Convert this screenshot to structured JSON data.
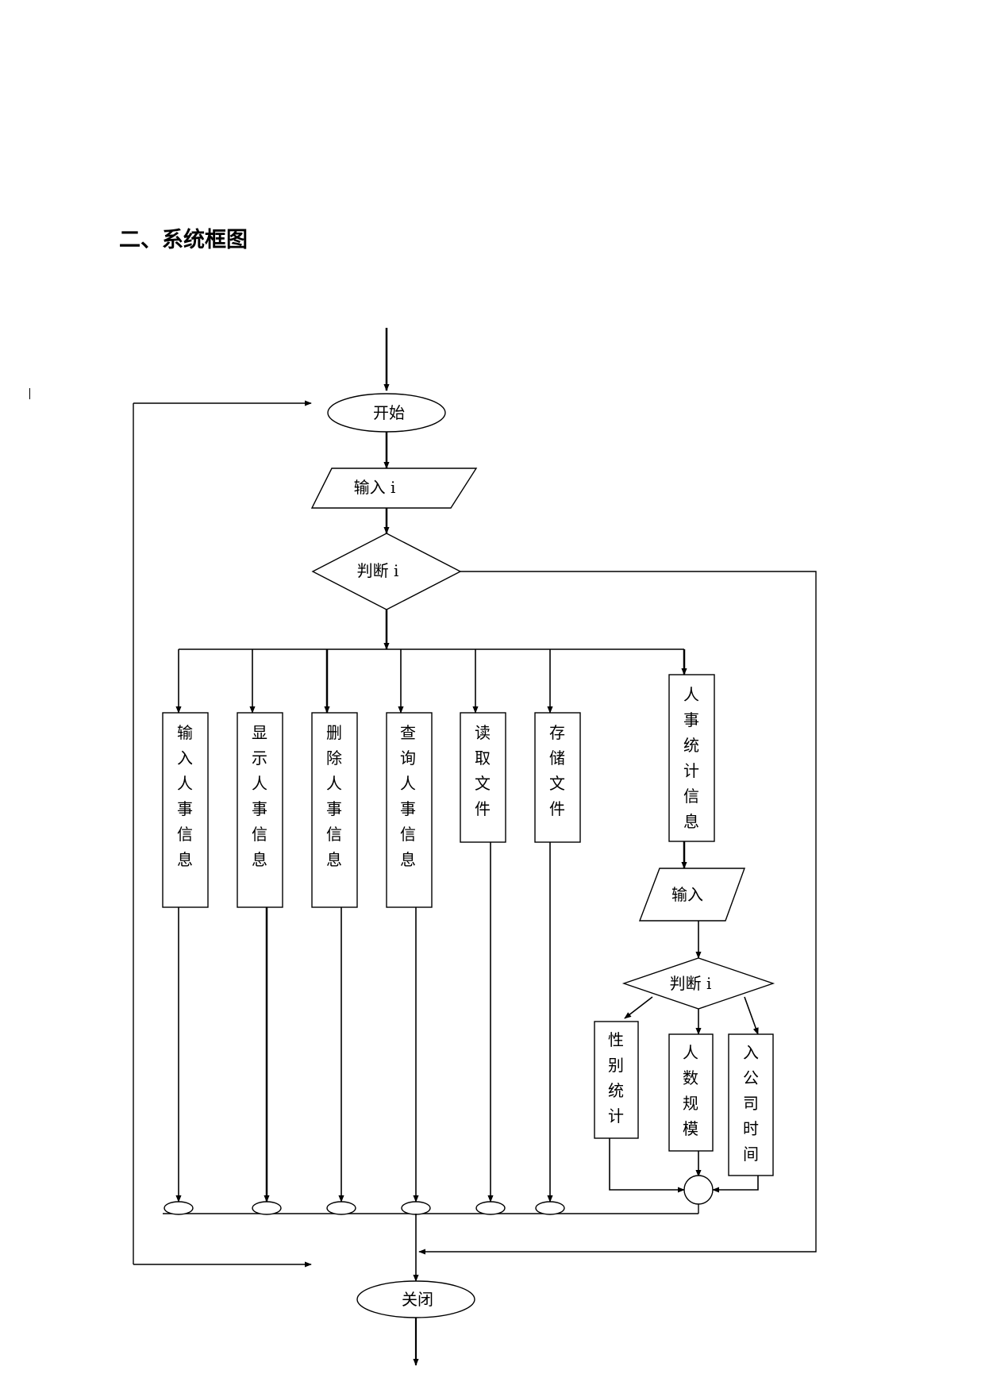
{
  "page": {
    "heading": "二、系统框图"
  },
  "flowchart": {
    "start": "开始",
    "input_i": "输入 i",
    "decision_main": "判断 i",
    "branches": [
      {
        "id": "input",
        "text": "输入人事信息"
      },
      {
        "id": "display",
        "text": "显示人事信息"
      },
      {
        "id": "delete",
        "text": "删除人事信息"
      },
      {
        "id": "query",
        "text": "查询人事信息"
      },
      {
        "id": "read",
        "text": "读取文件"
      },
      {
        "id": "store",
        "text": "存储文件"
      },
      {
        "id": "stats",
        "text": "人事统计信息"
      }
    ],
    "stats_input": "输入",
    "decision_stats": "判断 i",
    "sub_branches": [
      {
        "id": "gender",
        "text": "性别统计"
      },
      {
        "id": "headcount",
        "text": "人数规模"
      },
      {
        "id": "join_date",
        "text": "入公司时间"
      }
    ],
    "end": "关闭"
  }
}
